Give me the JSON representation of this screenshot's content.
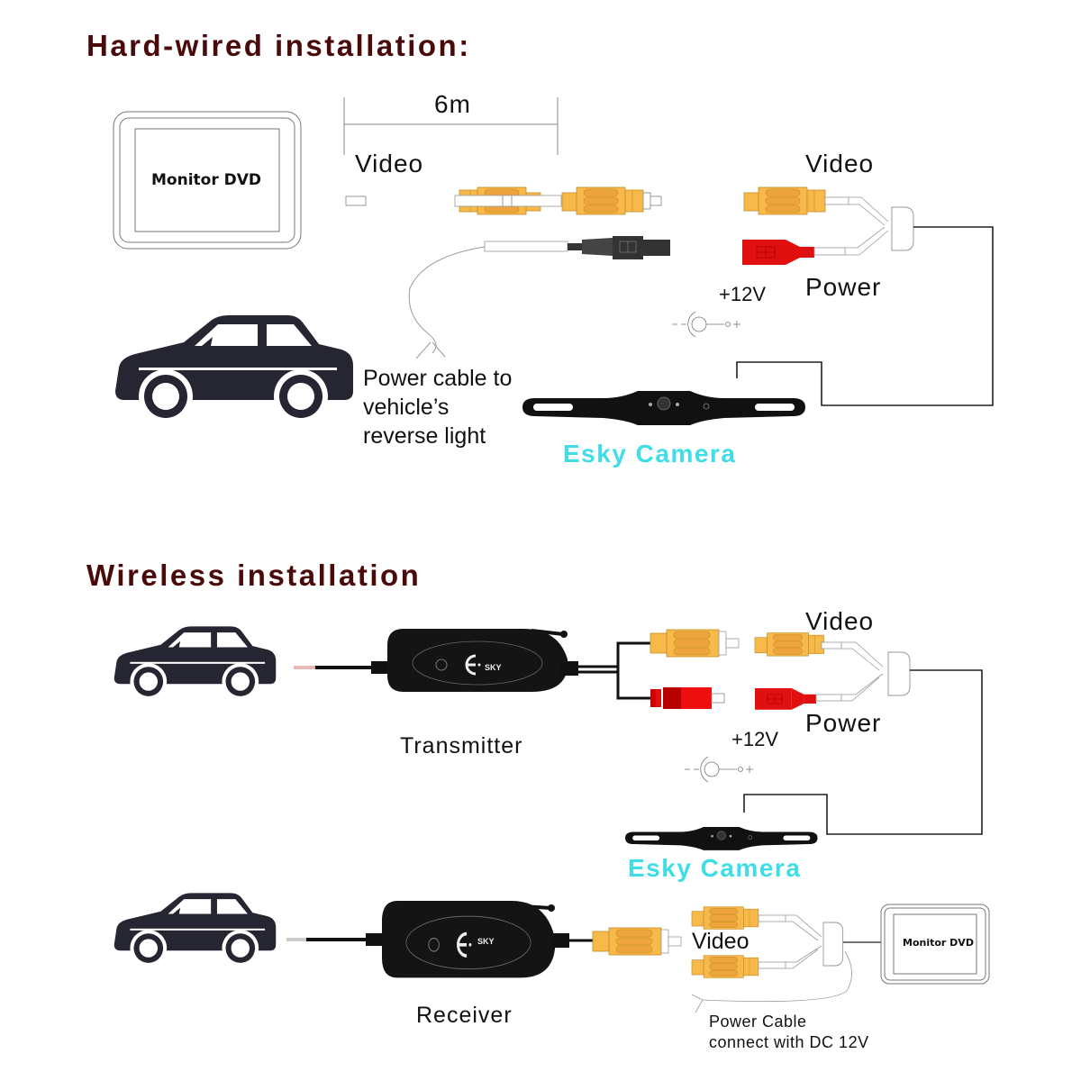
{
  "sections": {
    "hardwired": {
      "title": "Hard-wired installation:",
      "monitor_label": "Monitor DVD",
      "cable_length": "6m",
      "video_left": "Video",
      "video_right": "Video",
      "power": "Power",
      "voltage": "+12V",
      "power_cable_note": [
        "Power cable to",
        "vehicle’s",
        "reverse light"
      ],
      "camera_label": "Esky Camera"
    },
    "wireless": {
      "title": "Wireless installation",
      "transmitter_label": "Transmitter",
      "video": "Video",
      "power": "Power",
      "voltage": "+12V",
      "camera_label": "Esky Camera",
      "receiver_label": "Receiver",
      "receiver_video": "Video",
      "monitor_label": "Monitor DVD",
      "power_cable_note": [
        "Power Cable",
        "connect with DC 12V"
      ],
      "device_logo": "SKY"
    }
  },
  "colors": {
    "title": "#4a0a0a",
    "camera_label": "#3fdde6",
    "rca_yellow": "#f6b94a",
    "rca_red": "#e01010",
    "car": "#262633",
    "device": "#141414"
  }
}
